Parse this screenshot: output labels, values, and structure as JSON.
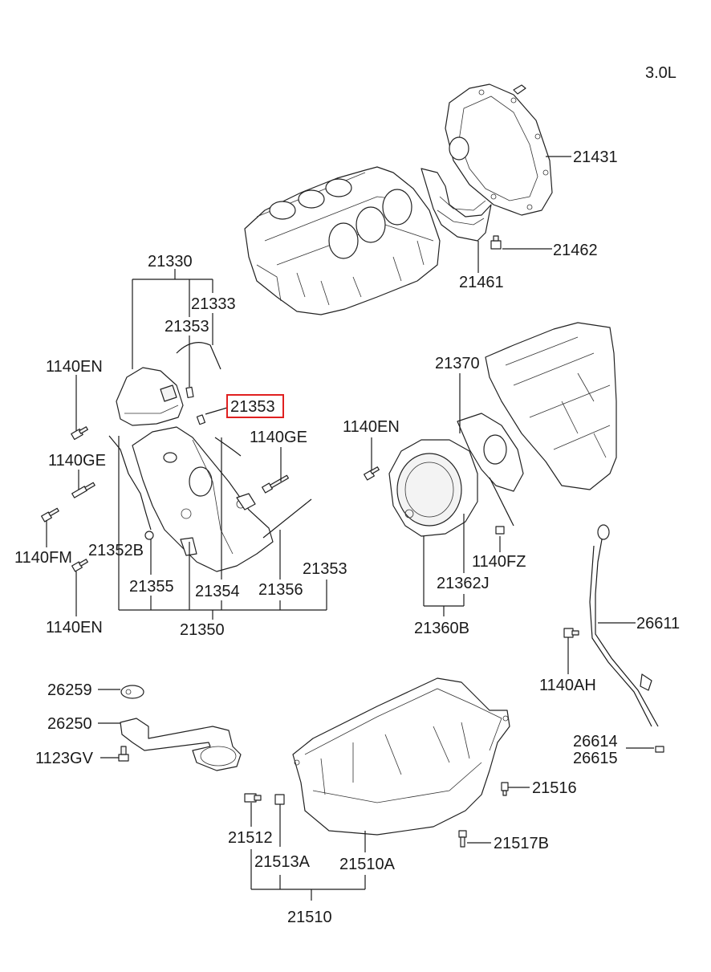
{
  "header": {
    "engine_label": "3.0L"
  },
  "colors": {
    "highlight": "#e02020",
    "ink": "#1a1a1a"
  },
  "labels": {
    "p21431": "21431",
    "p21462": "21462",
    "p21461": "21461",
    "p21330": "21330",
    "p21333": "21333",
    "p21353_a": "21353",
    "p21353_highlight": "21353",
    "p1140EN_a": "1140EN",
    "p1140GE_a": "1140GE",
    "p1140GE_b": "1140GE",
    "p1140FM": "1140FM",
    "p21352B": "21352B",
    "p1140EN_b": "1140EN",
    "p21355": "21355",
    "p21354": "21354",
    "p21356": "21356",
    "p21353_b": "21353",
    "p21350": "21350",
    "p21370": "21370",
    "p1140EN_c": "1140EN",
    "p1140FZ": "1140FZ",
    "p21362J": "21362J",
    "p21360B": "21360B",
    "p26611": "26611",
    "p1140AH": "1140AH",
    "p26614": "26614",
    "p26615": "26615",
    "p26259": "26259",
    "p26250": "26250",
    "p1123GV": "1123GV",
    "p21516": "21516",
    "p21517B": "21517B",
    "p21512": "21512",
    "p21513A": "21513A",
    "p21510A": "21510A",
    "p21510": "21510"
  }
}
